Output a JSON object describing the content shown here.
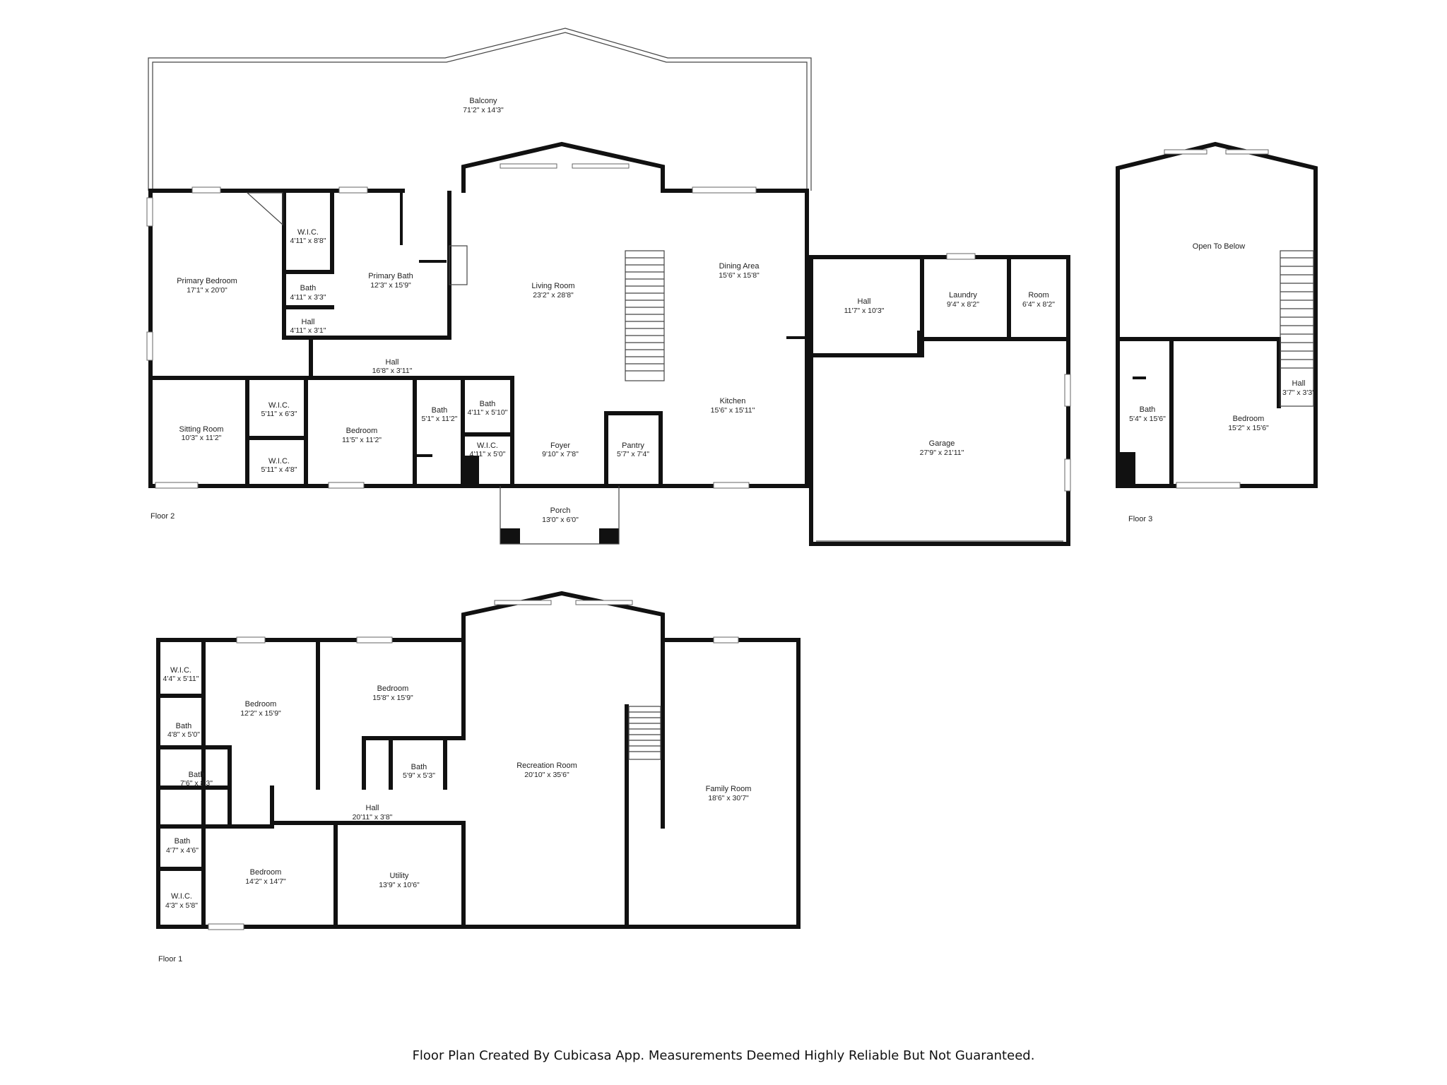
{
  "floors": {
    "floor2": {
      "label": "Floor 2",
      "rooms": [
        {
          "id": "balcony",
          "name": "Balcony",
          "dims": "71'2\" x 14'3\""
        },
        {
          "id": "primary-bedroom",
          "name": "Primary Bedroom",
          "dims": "17'1\" x 20'0\""
        },
        {
          "id": "wic-a",
          "name": "W.I.C.",
          "dims": "4'11\" x 8'8\""
        },
        {
          "id": "bath-a",
          "name": "Bath",
          "dims": "4'11\" x 3'3\""
        },
        {
          "id": "hall-a",
          "name": "Hall",
          "dims": "4'11\" x 3'1\""
        },
        {
          "id": "primary-bath",
          "name": "Primary Bath",
          "dims": "12'3\" x 15'9\""
        },
        {
          "id": "living-room",
          "name": "Living Room",
          "dims": "23'2\" x 28'8\""
        },
        {
          "id": "dining-area",
          "name": "Dining Area",
          "dims": "15'6\" x 15'8\""
        },
        {
          "id": "hall-b",
          "name": "Hall",
          "dims": "16'8\" x 3'11\""
        },
        {
          "id": "sitting-room",
          "name": "Sitting Room",
          "dims": "10'3\" x 11'2\""
        },
        {
          "id": "wic-b",
          "name": "W.I.C.",
          "dims": "5'11\" x 6'3\""
        },
        {
          "id": "wic-c",
          "name": "W.I.C.",
          "dims": "5'11\" x 4'8\""
        },
        {
          "id": "bedroom-a",
          "name": "Bedroom",
          "dims": "11'5\" x 11'2\""
        },
        {
          "id": "bath-b",
          "name": "Bath",
          "dims": "5'1\" x 11'2\""
        },
        {
          "id": "bath-c",
          "name": "Bath",
          "dims": "4'11\" x 5'10\""
        },
        {
          "id": "wic-d",
          "name": "W.I.C.",
          "dims": "4'11\" x 5'0\""
        },
        {
          "id": "foyer",
          "name": "Foyer",
          "dims": "9'10\" x 7'8\""
        },
        {
          "id": "pantry",
          "name": "Pantry",
          "dims": "5'7\" x 7'4\""
        },
        {
          "id": "kitchen",
          "name": "Kitchen",
          "dims": "15'6\" x 15'11\""
        },
        {
          "id": "porch",
          "name": "Porch",
          "dims": "13'0\" x 6'0\""
        },
        {
          "id": "hall-c",
          "name": "Hall",
          "dims": "11'7\" x 10'3\""
        },
        {
          "id": "laundry",
          "name": "Laundry",
          "dims": "9'4\" x 8'2\""
        },
        {
          "id": "room",
          "name": "Room",
          "dims": "6'4\" x 8'2\""
        },
        {
          "id": "garage",
          "name": "Garage",
          "dims": "27'9\" x 21'11\""
        }
      ]
    },
    "floor3": {
      "label": "Floor 3",
      "rooms": [
        {
          "id": "open-to-below",
          "name": "Open To Below",
          "dims": ""
        },
        {
          "id": "bath-d",
          "name": "Bath",
          "dims": "5'4\" x 15'6\""
        },
        {
          "id": "bedroom-b",
          "name": "Bedroom",
          "dims": "15'2\" x 15'6\""
        },
        {
          "id": "hall-d",
          "name": "Hall",
          "dims": "3'7\" x 3'3\""
        }
      ]
    },
    "floor1": {
      "label": "Floor 1",
      "rooms": [
        {
          "id": "wic-e",
          "name": "W.I.C.",
          "dims": "4'4\" x 5'11\""
        },
        {
          "id": "bedroom-c",
          "name": "Bedroom",
          "dims": "12'2\" x 15'9\""
        },
        {
          "id": "bedroom-d",
          "name": "Bedroom",
          "dims": "15'8\" x 15'9\""
        },
        {
          "id": "bath-e",
          "name": "Bath",
          "dims": "4'8\" x 5'0\""
        },
        {
          "id": "bath-f",
          "name": "Bath",
          "dims": "7'6\" x 8'3\""
        },
        {
          "id": "bath-g",
          "name": "Bath",
          "dims": "5'9\" x 5'3\""
        },
        {
          "id": "recreation-room",
          "name": "Recreation Room",
          "dims": "20'10\" x 35'6\""
        },
        {
          "id": "family-room",
          "name": "Family Room",
          "dims": "18'6\" x 30'7\""
        },
        {
          "id": "hall-e",
          "name": "Hall",
          "dims": "20'11\" x 3'8\""
        },
        {
          "id": "bath-h",
          "name": "Bath",
          "dims": "4'7\" x 4'6\""
        },
        {
          "id": "wic-f",
          "name": "W.I.C.",
          "dims": "4'3\" x 5'8\""
        },
        {
          "id": "bedroom-e",
          "name": "Bedroom",
          "dims": "14'2\" x 14'7\""
        },
        {
          "id": "utility",
          "name": "Utility",
          "dims": "13'9\" x 10'6\""
        }
      ]
    }
  },
  "footer": "Floor Plan Created By Cubicasa App. Measurements Deemed Highly Reliable But Not Guaranteed."
}
